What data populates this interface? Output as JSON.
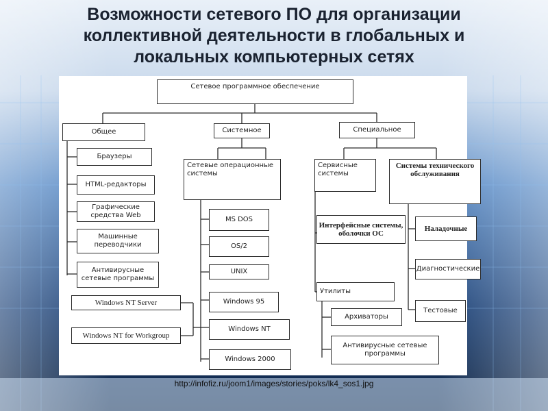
{
  "slide": {
    "title_lines": [
      "Возможности сетевого ПО для организации",
      "коллективной деятельности в глобальных и",
      "локальных компьютерных сетях"
    ],
    "source_url": "http://infofiz.ru/joom1/images/stories/poks/lk4_sos1.jpg"
  },
  "diagram": {
    "root": "Сетевое программное обеспечение",
    "general": {
      "label": "Общее",
      "items": [
        "Браузеры",
        "HTML-редакторы",
        "Графические средства Web",
        "Машинные переводчики",
        "Антивирусные сетевые программы"
      ]
    },
    "system": {
      "label": "Системное",
      "nos": "Сетевые операционные системы",
      "os_list": [
        "MS DOS",
        "OS/2",
        "UNIX",
        "Windows 95",
        "Windows NT",
        "Windows 2000"
      ],
      "windows_nt_server": "Windows NT Server",
      "windows_nt_workgroup": "Windows NT for Workgroup"
    },
    "special": {
      "label": "Специальное",
      "service": "Сервисные системы",
      "interface_shells": "Интерфейсные системы, оболочки ОС",
      "utilities": "Утилиты",
      "utility_items": [
        "Архиваторы",
        "Антивирусные сетевые программы"
      ],
      "maintenance": "Системы технического обслуживания",
      "maintenance_items": [
        "Наладочные",
        "Диагностические",
        "Тестовые"
      ]
    }
  },
  "colors": {
    "title": "#1a2230",
    "line": "#2b2b2b",
    "bg_dark": "#0d2240",
    "bg_light": "#6fa0d8"
  }
}
